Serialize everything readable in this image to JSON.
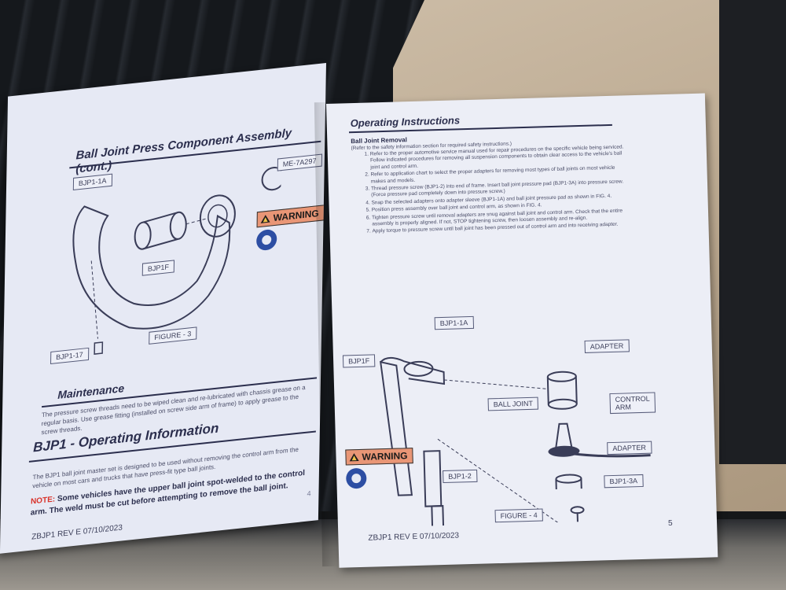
{
  "left_page": {
    "title": "Ball Joint Press Component Assembly (cont.)",
    "labels": {
      "bjp1_1a": "BJP1-1A",
      "me7a": "ME-7A297",
      "bjp1f": "BJP1F",
      "bjp1_17": "BJP1-17",
      "figure": "FIGURE - 3"
    },
    "warning": "WARNING",
    "maintenance_title": "Maintenance",
    "maintenance_text": "The pressure screw threads need to be wiped clean and re-lubricated with chassis grease on a regular basis. Use grease fitting (installed on screw side arm of frame) to apply grease to the screw threads.",
    "operating_title": "BJP1 - Operating Information",
    "operating_text": "The BJP1 ball joint master set is designed to be used without removing the control arm from the vehicle on most cars and trucks that have press-fit type ball joints.",
    "note_label": "NOTE:",
    "note_text": "Some vehicles have the upper ball joint spot-welded to the control arm. The weld must be cut before attempting to remove the ball joint.",
    "footer": "ZBJP1 REV E 07/10/2023",
    "page_number": "4"
  },
  "right_page": {
    "title": "Operating Instructions",
    "subtitle": "Ball Joint Removal",
    "reference": "(Refer to the safety information section for required safety instructions.)",
    "steps": [
      "Refer to the proper automotive service manual used for repair procedures on the specific vehicle being serviced. Follow indicated procedures for removing all suspension components to obtain clear access to the vehicle's ball joint and control arm.",
      "Refer to application chart to select the proper adapters for removing most types of ball joints on most vehicle makes and models.",
      "Thread pressure screw (BJP1-2) into end of frame. Insert ball joint pressure pad (BJP1-3A) into pressure screw. (Force pressure pad completely down into pressure screw.)",
      "Snap the selected adapters onto adapter sleeve (BJP1-1A) and ball joint pressure pad as shown in FIG. 4.",
      "Position press assembly over ball joint and control arm, as shown in FIG. 4.",
      "Tighten pressure screw until removal adapters are snug against ball joint and control arm. Check that the entire assembly is properly aligned. If not, STOP tightening screw, then loosen assembly and re-align.",
      "Apply torque to pressure screw until ball joint has been pressed out of control arm and into receiving adapter."
    ],
    "labels": {
      "bjp1_1a": "BJP1-1A",
      "bjp1f": "BJP1F",
      "adapter_top": "ADAPTER",
      "ball_joint": "BALL JOINT",
      "control_arm_1": "CONTROL",
      "control_arm_2": "ARM",
      "adapter_bottom": "ADAPTER",
      "bjp1_2": "BJP1-2",
      "bjp1_3a": "BJP1-3A",
      "figure": "FIGURE - 4"
    },
    "warning": "WARNING",
    "footer": "ZBJP1 REV E 07/10/2023",
    "page_number": "5"
  },
  "colors": {
    "paper": "#e6e9f4",
    "ink": "#2b2e4d",
    "warning": "#e99676",
    "ppe_blue": "#2d4ea3",
    "note_red": "#d9332b"
  }
}
